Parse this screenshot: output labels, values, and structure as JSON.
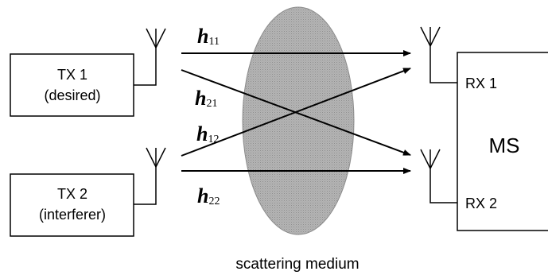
{
  "transmitters": [
    {
      "line1": "TX 1",
      "line2": "(desired)"
    },
    {
      "line1": "TX 2",
      "line2": "(interferer)"
    }
  ],
  "receiver": {
    "device_label": "MS",
    "antennas": [
      "RX 1",
      "RX 2"
    ]
  },
  "channels": [
    {
      "symbol": "h",
      "subscript": "11"
    },
    {
      "symbol": "h",
      "subscript": "21"
    },
    {
      "symbol": "h",
      "subscript": "12"
    },
    {
      "symbol": "h",
      "subscript": "22"
    }
  ],
  "medium_label": "scattering medium",
  "colors": {
    "line": "#000000",
    "medium_fill": "#b4b4b4",
    "medium_stroke": "#8c8c8c",
    "background": "#ffffff"
  }
}
